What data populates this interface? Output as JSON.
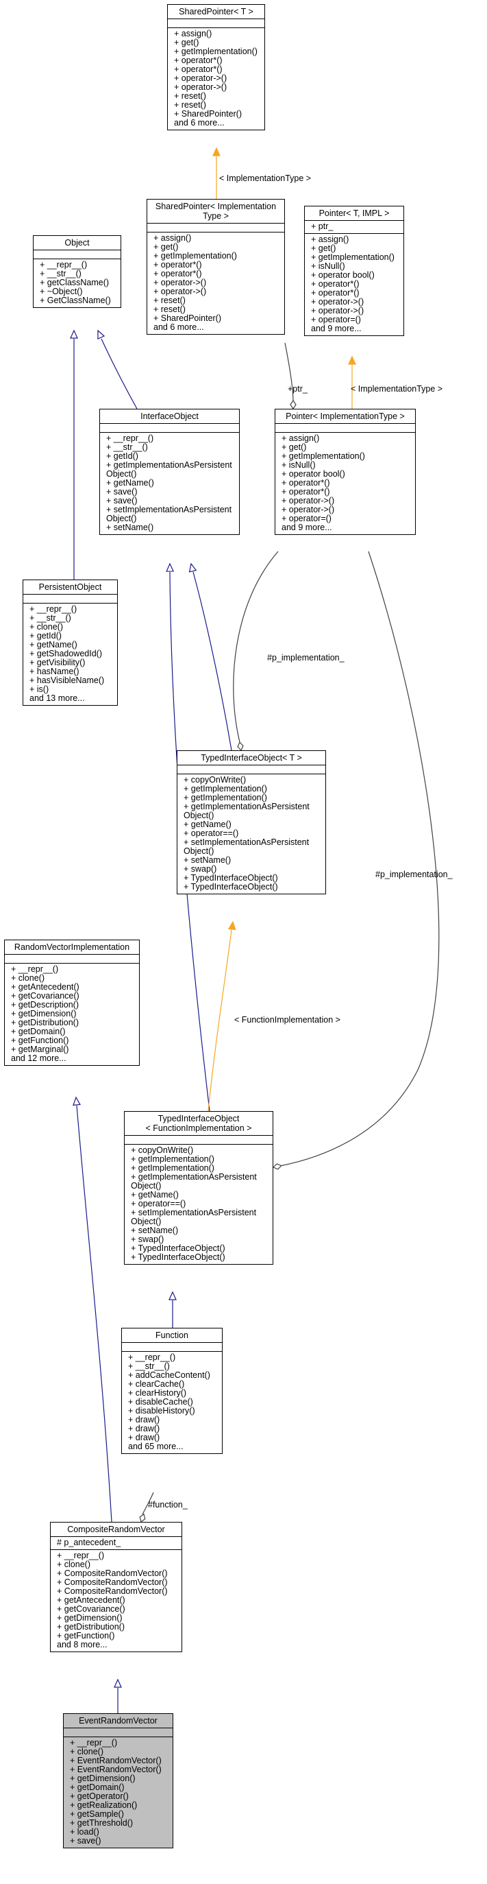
{
  "classes": {
    "shared_pointer_t": {
      "title": [
        "SharedPointer< T >"
      ],
      "attributes": [],
      "methods": [
        "+ assign()",
        "+ get()",
        "+ getImplementation()",
        "+ operator*()",
        "+ operator*()",
        "+ operator->()",
        "+ operator->()",
        "+ reset()",
        "+ reset()",
        "+ SharedPointer()",
        "and 6 more..."
      ]
    },
    "shared_pointer_impl": {
      "title": [
        "SharedPointer< Implementation",
        "Type >"
      ],
      "attributes": [],
      "methods": [
        "+ assign()",
        "+ get()",
        "+ getImplementation()",
        "+ operator*()",
        "+ operator*()",
        "+ operator->()",
        "+ operator->()",
        "+ reset()",
        "+ reset()",
        "+ SharedPointer()",
        "and 6 more..."
      ]
    },
    "pointer_t_impl": {
      "title": [
        "Pointer< T, IMPL >"
      ],
      "attributes": [
        "+ ptr_"
      ],
      "methods": [
        "+ assign()",
        "+ get()",
        "+ getImplementation()",
        "+ isNull()",
        "+ operator bool()",
        "+ operator*()",
        "+ operator*()",
        "+ operator->()",
        "+ operator->()",
        "+ operator=()",
        "and 9 more..."
      ]
    },
    "object": {
      "title": [
        "Object"
      ],
      "attributes": [],
      "methods": [
        "+ __repr__()",
        "+ __str__()",
        "+ getClassName()",
        "+ ~Object()",
        "+ GetClassName()"
      ]
    },
    "interface_object": {
      "title": [
        "InterfaceObject"
      ],
      "attributes": [],
      "methods": [
        "+ __repr__()",
        "+ __str__()",
        "+ getId()",
        "+ getImplementationAsPersistent",
        "Object()",
        "+ getName()",
        "+ save()",
        "+ save()",
        "+ setImplementationAsPersistent",
        "Object()",
        "+ setName()"
      ]
    },
    "pointer_impl": {
      "title": [
        "Pointer< ImplementationType >"
      ],
      "attributes": [],
      "methods": [
        "+ assign()",
        "+ get()",
        "+ getImplementation()",
        "+ isNull()",
        "+ operator bool()",
        "+ operator*()",
        "+ operator*()",
        "+ operator->()",
        "+ operator->()",
        "+ operator=()",
        "and 9 more..."
      ]
    },
    "persistent_object": {
      "title": [
        "PersistentObject"
      ],
      "attributes": [],
      "methods": [
        "+ __repr__()",
        "+ __str__()",
        "+ clone()",
        "+ getId()",
        "+ getName()",
        "+ getShadowedId()",
        "+ getVisibility()",
        "+ hasName()",
        "+ hasVisibleName()",
        "+ is()",
        "and 13 more..."
      ]
    },
    "typed_interface_object_t": {
      "title": [
        "TypedInterfaceObject< T >"
      ],
      "attributes": [],
      "methods": [
        "+ copyOnWrite()",
        "+ getImplementation()",
        "+ getImplementation()",
        "+ getImplementationAsPersistent",
        "Object()",
        "+ getName()",
        "+ operator==()",
        "+ setImplementationAsPersistent",
        "Object()",
        "+ setName()",
        "+ swap()",
        "+ TypedInterfaceObject()",
        "+ TypedInterfaceObject()"
      ]
    },
    "random_vector_impl": {
      "title": [
        "RandomVectorImplementation"
      ],
      "attributes": [],
      "methods": [
        "+ __repr__()",
        "+ clone()",
        "+ getAntecedent()",
        "+ getCovariance()",
        "+ getDescription()",
        "+ getDimension()",
        "+ getDistribution()",
        "+ getDomain()",
        "+ getFunction()",
        "+ getMarginal()",
        "and 12 more..."
      ]
    },
    "typed_interface_object_fi": {
      "title": [
        "TypedInterfaceObject",
        "< FunctionImplementation >"
      ],
      "attributes": [],
      "methods": [
        "+ copyOnWrite()",
        "+ getImplementation()",
        "+ getImplementation()",
        "+ getImplementationAsPersistent",
        "Object()",
        "+ getName()",
        "+ operator==()",
        "+ setImplementationAsPersistent",
        "Object()",
        "+ setName()",
        "+ swap()",
        "+ TypedInterfaceObject()",
        "+ TypedInterfaceObject()"
      ]
    },
    "function": {
      "title": [
        "Function"
      ],
      "attributes": [],
      "methods": [
        "+ __repr__()",
        "+ __str__()",
        "+ addCacheContent()",
        "+ clearCache()",
        "+ clearHistory()",
        "+ disableCache()",
        "+ disableHistory()",
        "+ draw()",
        "+ draw()",
        "+ draw()",
        "and 65 more..."
      ]
    },
    "composite_random_vector": {
      "title": [
        "CompositeRandomVector"
      ],
      "attributes": [
        "# p_antecedent_"
      ],
      "methods": [
        "+ __repr__()",
        "+ clone()",
        "+ CompositeRandomVector()",
        "+ CompositeRandomVector()",
        "+ CompositeRandomVector()",
        "+ getAntecedent()",
        "+ getCovariance()",
        "+ getDimension()",
        "+ getDistribution()",
        "+ getFunction()",
        "and 8 more..."
      ]
    },
    "event_random_vector": {
      "title": [
        "EventRandomVector"
      ],
      "attributes": [],
      "methods": [
        "+ __repr__()",
        "+ clone()",
        "+ EventRandomVector()",
        "+ EventRandomVector()",
        "+ getDimension()",
        "+ getDomain()",
        "+ getOperator()",
        "+ getRealization()",
        "+ getSample()",
        "+ getThreshold()",
        "+ load()",
        "+ save()"
      ]
    }
  },
  "edge_labels": {
    "impl_type_1": "< ImplementationType >",
    "ptr": "+ptr_",
    "impl_type_2": "< ImplementationType >",
    "p_impl_1": "#p_implementation_",
    "p_impl_2": "#p_implementation_",
    "function_impl": "< FunctionImplementation >",
    "function_member": "#function_"
  },
  "colors": {
    "inheritance": "#1a1a8c",
    "template": "#f5a623",
    "usage": "#404040",
    "highlight": "#bfbfbf"
  }
}
